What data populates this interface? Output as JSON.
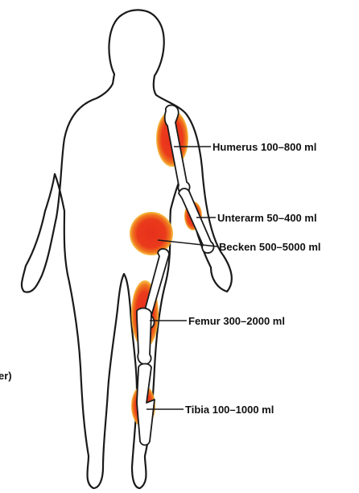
{
  "labels": {
    "humerus": "Humerus 100–800 ml",
    "unterarm": "Unterarm 50–400 ml",
    "becken": "Becken 500–5000 ml",
    "femur": "Femur 300–2000 ml",
    "tibia": "Tibia 100–1000 ml"
  },
  "cropped_text": "er)",
  "colors": {
    "hemorrhage_core": "#e8301c",
    "hemorrhage_edge": "#f2a21e",
    "outline": "#1a1a1a"
  }
}
